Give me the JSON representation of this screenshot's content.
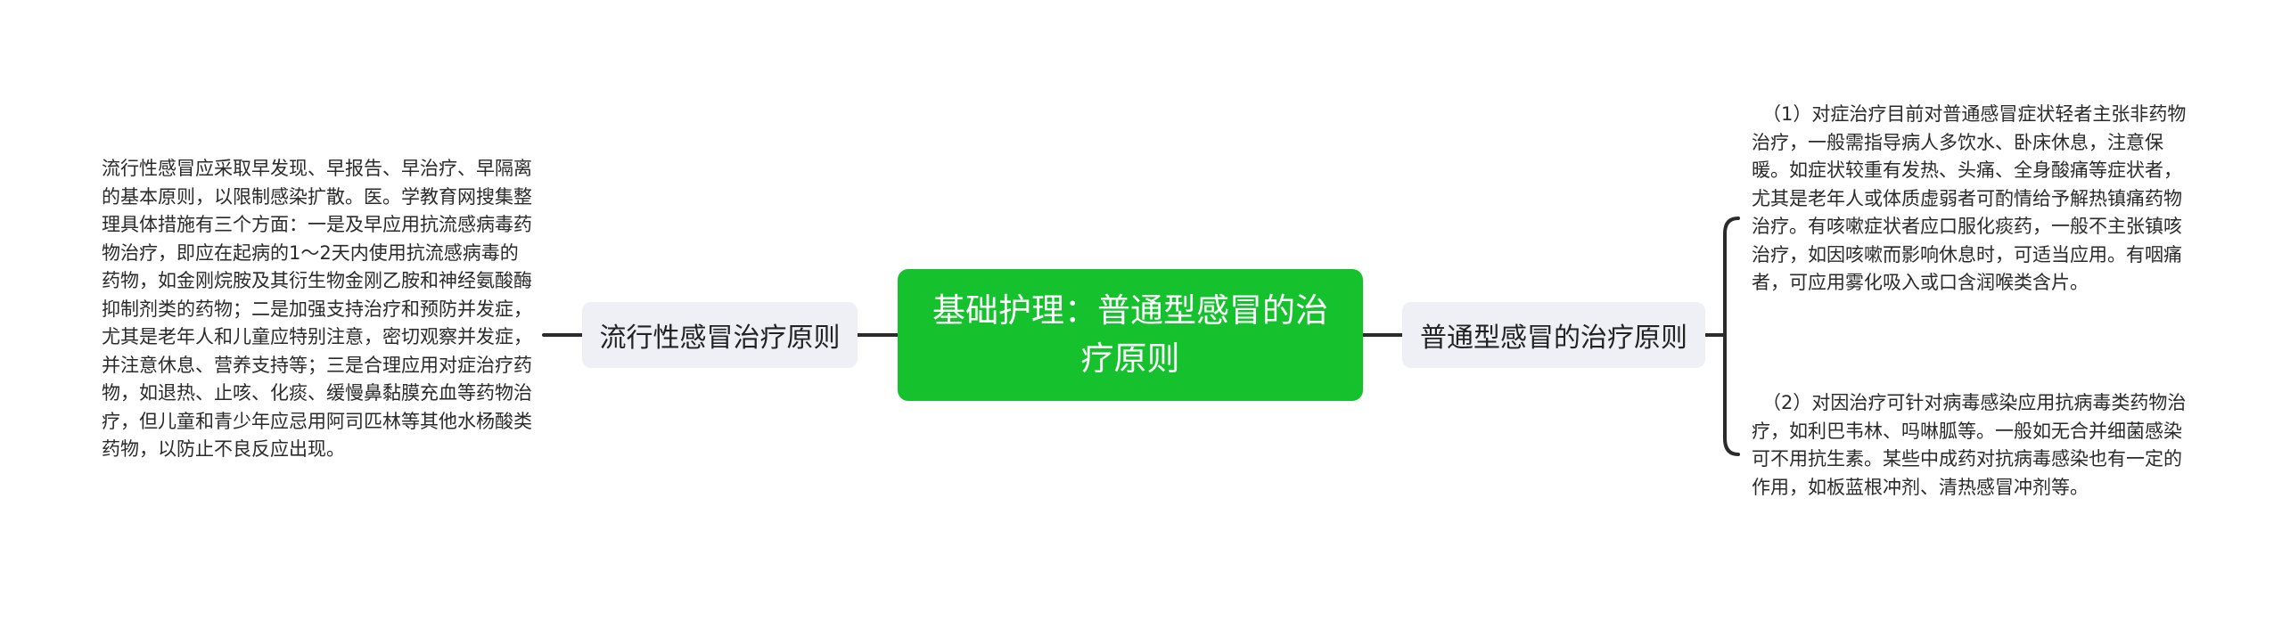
{
  "diagram": {
    "type": "mind-map",
    "root": {
      "label": "基础护理：普通型感冒的治疗原则",
      "color": "#15c12d"
    },
    "left_branch": {
      "label": "流行性感冒治疗原则",
      "detail": "流行性感冒应采取早发现、早报告、早治疗、早隔离的基本原则，以限制感染扩散。医。学教育网搜集整理具体措施有三个方面：一是及早应用抗流感病毒药物治疗，即应在起病的1～2天内使用抗流感病毒的药物，如金刚烷胺及其衍生物金刚乙胺和神经氨酸酶抑制剂类的药物；二是加强支持治疗和预防并发症，尤其是老年人和儿童应特别注意，密切观察并发症，并注意休息、营养支持等；三是合理应用对症治疗药物，如退热、止咳、化痰、缓慢鼻黏膜充血等药物治疗，但儿童和青少年应忌用阿司匹林等其他水杨酸类药物，以防止不良反应出现。"
    },
    "right_branch": {
      "label": "普通型感冒的治疗原则",
      "details": [
        "（1）对症治疗目前对普通感冒症状轻者主张非药物治疗，一般需指导病人多饮水、卧床休息，注意保暖。如症状较重有发热、头痛、全身酸痛等症状者，尤其是老年人或体质虚弱者可酌情给予解热镇痛药物治疗。有咳嗽症状者应口服化痰药，一般不主张镇咳治疗，如因咳嗽而影响休息时，可适当应用。有咽痛者，可应用雾化吸入或口含润喉类含片。",
        "（2）对因治疗可针对病毒感染应用抗病毒类药物治疗，如利巴韦林、吗啉胍等。一般如无合并细菌感染可不用抗生素。某些中成药对抗病毒感染也有一定的作用，如板蓝根冲剂、清热感冒冲剂等。"
      ]
    }
  }
}
